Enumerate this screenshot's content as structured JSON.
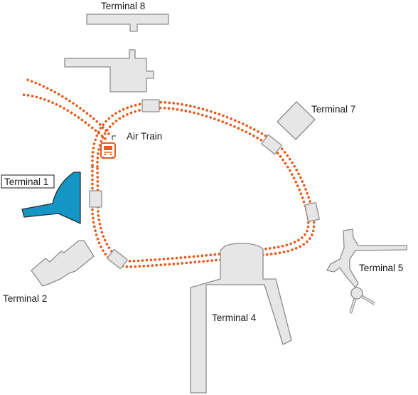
{
  "map": {
    "terminals": [
      {
        "id": "t1",
        "label": "Terminal 1",
        "highlighted": true
      },
      {
        "id": "t2",
        "label": "Terminal 2",
        "highlighted": false
      },
      {
        "id": "t4",
        "label": "Terminal 4",
        "highlighted": false
      },
      {
        "id": "t5",
        "label": "Terminal 5",
        "highlighted": false
      },
      {
        "id": "t7",
        "label": "Terminal 7",
        "highlighted": false
      },
      {
        "id": "t8",
        "label": "Terminal 8",
        "highlighted": false
      }
    ],
    "air_train": {
      "label": "Air Train",
      "icon": "train-icon"
    },
    "colors": {
      "air_train_track": "#e85a1b",
      "highlighted_terminal": "#1496c4",
      "building_fill": "#e6e6e6",
      "building_stroke": "#8c8c8c"
    }
  }
}
